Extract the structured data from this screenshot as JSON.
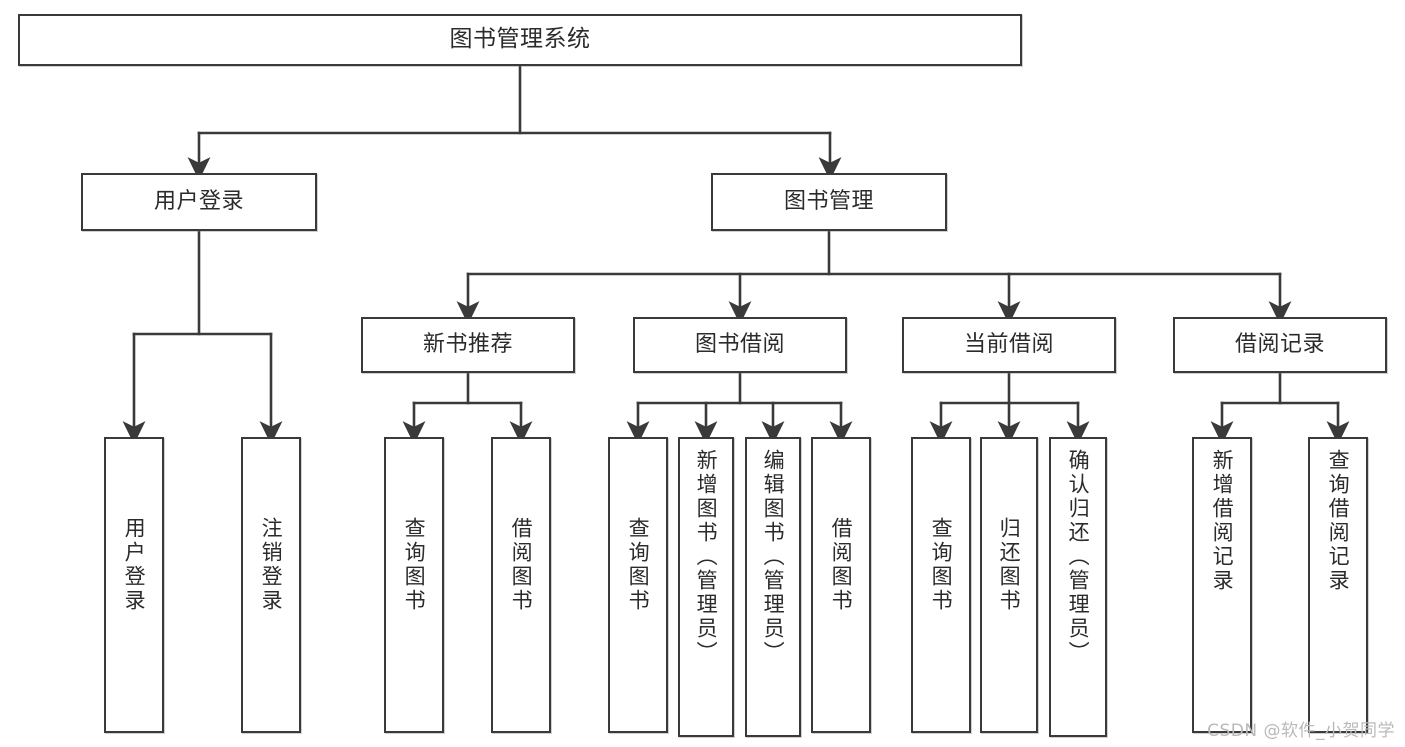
{
  "diagram": {
    "type": "tree",
    "title": "图书管理系统",
    "root": {
      "label": "图书管理系统"
    },
    "level2": [
      {
        "id": "user-login",
        "label": "用户登录"
      },
      {
        "id": "book-manage",
        "label": "图书管理"
      }
    ],
    "level3": [
      {
        "id": "new-book-recommend",
        "label": "新书推荐",
        "parent": "book-manage"
      },
      {
        "id": "book-borrow",
        "label": "图书借阅",
        "parent": "book-manage"
      },
      {
        "id": "current-borrow",
        "label": "当前借阅",
        "parent": "book-manage"
      },
      {
        "id": "borrow-record",
        "label": "借阅记录",
        "parent": "book-manage"
      }
    ],
    "leaves": [
      {
        "id": "leaf-user-login",
        "label": "用户登录",
        "parent": "user-login"
      },
      {
        "id": "leaf-logout",
        "label": "注销登录",
        "parent": "user-login"
      },
      {
        "id": "leaf-query-book-1",
        "label": "查询图书",
        "parent": "new-book-recommend"
      },
      {
        "id": "leaf-borrow-book-1",
        "label": "借阅图书",
        "parent": "new-book-recommend"
      },
      {
        "id": "leaf-query-book-2",
        "label": "查询图书",
        "parent": "book-borrow"
      },
      {
        "id": "leaf-add-book",
        "label": "新增图书（管理员）",
        "parent": "book-borrow"
      },
      {
        "id": "leaf-edit-book",
        "label": "编辑图书（管理员）",
        "parent": "book-borrow"
      },
      {
        "id": "leaf-borrow-book-2",
        "label": "借阅图书",
        "parent": "book-borrow"
      },
      {
        "id": "leaf-query-book-3",
        "label": "查询图书",
        "parent": "current-borrow"
      },
      {
        "id": "leaf-return-book",
        "label": "归还图书",
        "parent": "current-borrow"
      },
      {
        "id": "leaf-confirm-return",
        "label": "确认归还（管理员）",
        "parent": "current-borrow"
      },
      {
        "id": "leaf-add-record",
        "label": "新增借阅记录",
        "parent": "borrow-record"
      },
      {
        "id": "leaf-query-record",
        "label": "查询借阅记录",
        "parent": "borrow-record"
      }
    ],
    "colors": {
      "stroke": "#3a3a3a",
      "fill": "#ffffff",
      "text": "#2b2b2b",
      "watermark": "#b9b9b9"
    }
  },
  "watermark": {
    "text": "CSDN @软件_小贺同学"
  }
}
